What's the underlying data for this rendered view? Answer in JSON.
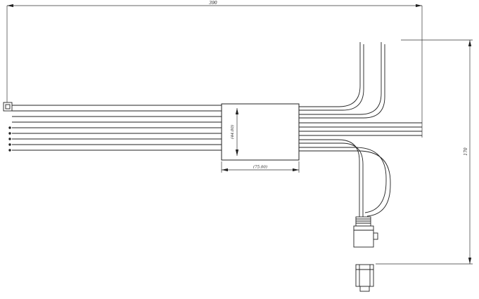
{
  "drawing": {
    "dim_overall_width": "390",
    "dim_box_height": "(44.00)",
    "dim_box_width": "(75.00)",
    "dim_overall_height": "170"
  }
}
